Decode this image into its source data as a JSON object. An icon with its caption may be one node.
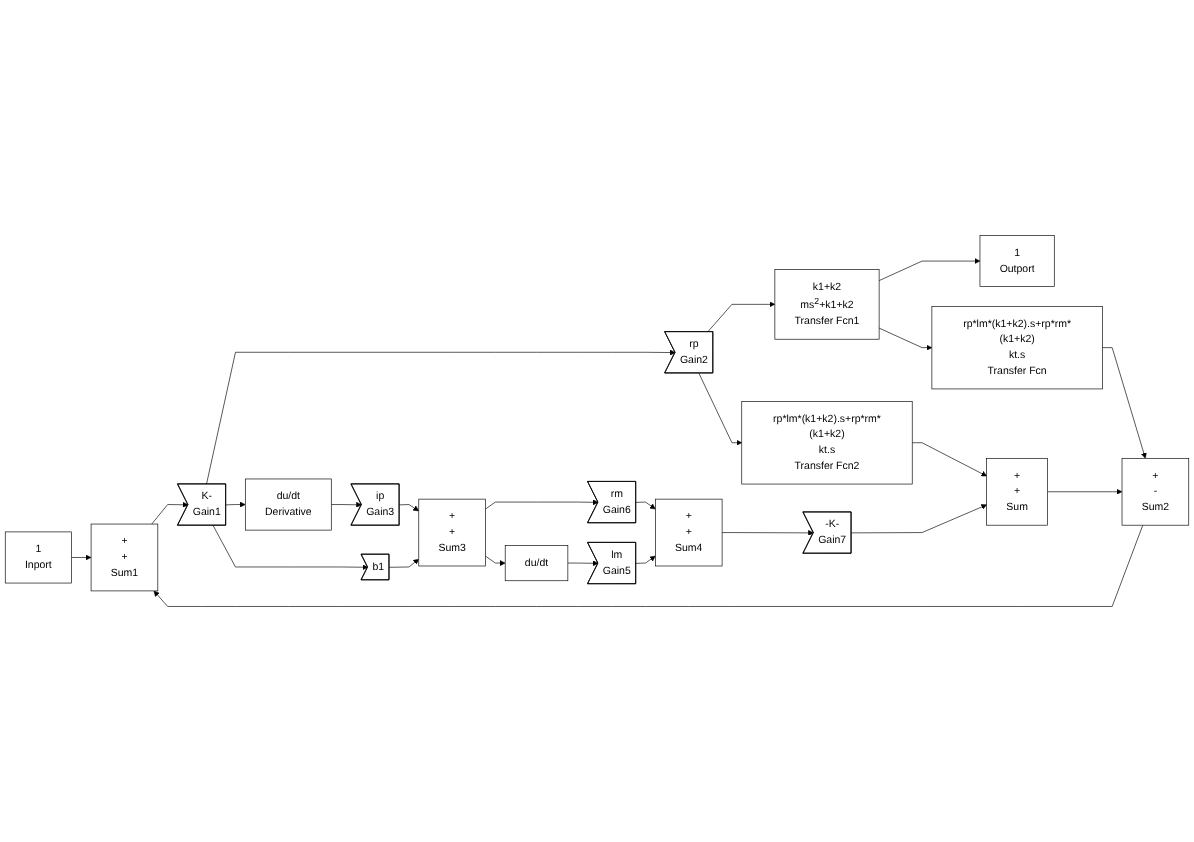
{
  "diagram": {
    "nodes": [
      {
        "text": [
          "1",
          "Outport"
        ]
      },
      {
        "text": [
          "1",
          "Inport"
        ]
      },
      {
        "text": [
          "k1+k2",
          "ms$^{2}$+k1+k2",
          "Transfer Fcn1"
        ]
      },
      {
        "text": [
          "rp*lm*(k1+k2).s+rp*rm*(k1+k2)",
          "kt.s",
          "Transfer Fcn"
        ]
      },
      {
        "text": [
          "+",
          "-",
          "Sum2"
        ]
      },
      {
        "text": [
          "+",
          "+",
          "Sum1"
        ]
      },
      {
        "text": [
          "K-",
          "Gain1"
        ]
      },
      {
        "text": [
          "rp",
          "Gain2"
        ]
      },
      {
        "text": [
          "rp*lm*(k1+k2).s+rp*rm*(k1+k2)",
          "kt.s",
          "Transfer Fcn2"
        ]
      },
      {
        "text": [
          "+",
          "+",
          "Sum"
        ]
      },
      {
        "text": [
          "rm",
          "Gain6"
        ]
      },
      {
        "text": [
          "ip",
          "Gain3"
        ]
      },
      {
        "text": [
          "du/dt",
          "Derivative"
        ]
      },
      {
        "text": [
          "-K-",
          "Gain7"
        ]
      },
      {
        "text": [
          "+",
          "+",
          "Sum4"
        ]
      },
      {
        "text": [
          "lm",
          "Gain5"
        ]
      },
      {
        "text": [
          "+",
          "+",
          "Sum3"
        ]
      },
      {
        "text": [
          "b1"
        ]
      },
      {
        "text": [
          "du/dt"
        ]
      }
    ],
    "edges": [
      {
        "from": 2,
        "to": 3,
        "arrow": "to"
      },
      {
        "from": 2,
        "to": 0,
        "arrow": "to"
      },
      {
        "from": 1,
        "to": 5,
        "arrow": "to"
      },
      {
        "from": 5,
        "to": 6,
        "arrow": "to"
      },
      {
        "from": 3,
        "to": 4,
        "arrow": "to"
      },
      {
        "from": 9,
        "to": 4,
        "arrow": "to"
      },
      {
        "from": 4,
        "to": 5,
        "arrow": "to"
      },
      {
        "from": 6,
        "to": 7,
        "arrow": "to"
      },
      {
        "from": 6,
        "to": 12,
        "arrow": "to"
      },
      {
        "from": 6,
        "to": 17,
        "arrow": "to"
      },
      {
        "from": 7,
        "to": 2,
        "arrow": "to"
      },
      {
        "from": 7,
        "to": 8,
        "arrow": "to"
      },
      {
        "from": 8,
        "to": 9,
        "arrow": "to"
      },
      {
        "from": 13,
        "to": 9,
        "arrow": "to"
      },
      {
        "from": 14,
        "to": 13,
        "arrow": "to"
      },
      {
        "from": 10,
        "to": 14,
        "arrow": "to"
      },
      {
        "from": 15,
        "to": 14,
        "arrow": "to"
      },
      {
        "from": 12,
        "to": 11,
        "arrow": "to"
      },
      {
        "from": 11,
        "to": 16,
        "arrow": "to"
      },
      {
        "from": 17,
        "to": 16,
        "arrow": "to"
      },
      {
        "from": 16,
        "to": 10,
        "arrow": "to"
      },
      {
        "from": 16,
        "to": 18,
        "arrow": "to"
      },
      {
        "from": 18,
        "to": 15,
        "arrow": "to"
      }
    ]
  }
}
